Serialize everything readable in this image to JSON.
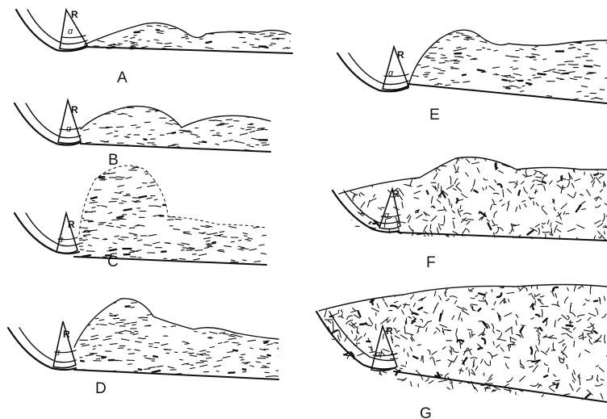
{
  "colors": {
    "ink": "#111111",
    "paper": "#ffffff"
  },
  "panels": [
    {
      "id": "A",
      "caption": "A",
      "marker_r": "R",
      "marker_a": "α"
    },
    {
      "id": "B",
      "caption": "B",
      "marker_r": "R",
      "marker_a": "α"
    },
    {
      "id": "C",
      "caption": "C",
      "marker_r": "R",
      "marker_a": "α"
    },
    {
      "id": "D",
      "caption": "D",
      "marker_r": "R",
      "marker_a": "α"
    },
    {
      "id": "E",
      "caption": "E",
      "marker_r": "R",
      "marker_a": "α"
    },
    {
      "id": "F",
      "caption": "F",
      "marker_r": "R",
      "marker_a": "α"
    },
    {
      "id": "G",
      "caption": "G",
      "marker_r": "R",
      "marker_a": "α"
    }
  ]
}
